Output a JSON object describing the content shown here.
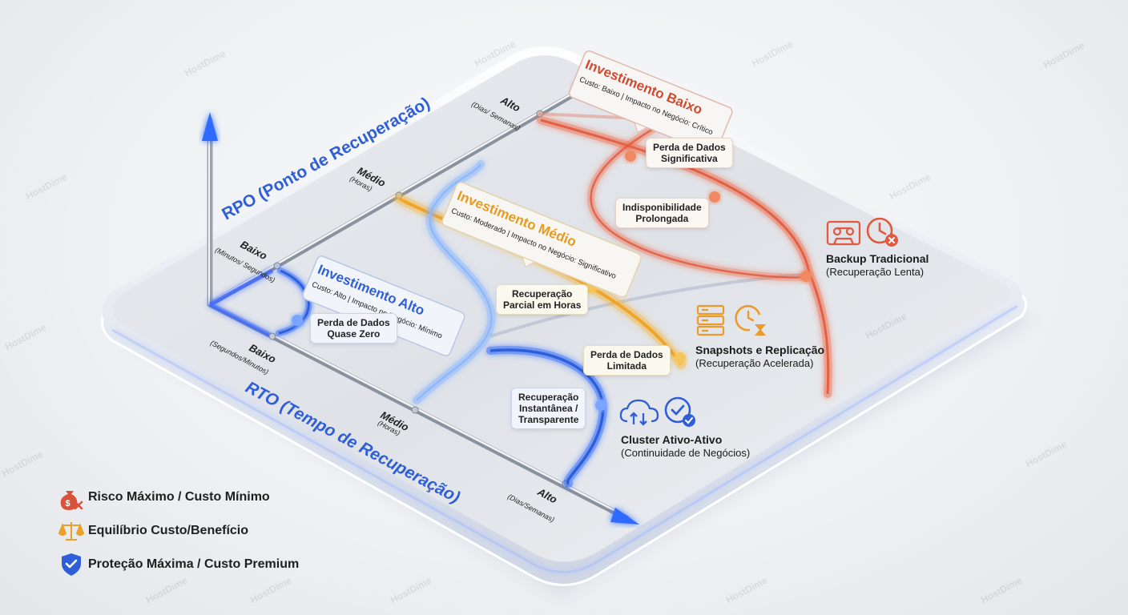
{
  "watermark": "HostDime",
  "axes": {
    "y_title": "RPO (Ponto de Recuperação)",
    "x_title": "RTO (Tempo de Recuperação)",
    "y_ticks": [
      {
        "label": "Baixo",
        "sub": "(Minutos/ Segundos)"
      },
      {
        "label": "Médio",
        "sub": "(Horas)"
      },
      {
        "label": "Alto",
        "sub": "(Dias/ Semanas)"
      }
    ],
    "x_ticks": [
      {
        "label": "Baixo",
        "sub": "(Segundos/Minutos)"
      },
      {
        "label": "Médio",
        "sub": "(Horas)"
      },
      {
        "label": "Alto",
        "sub": "(Dias/Semanas)"
      }
    ]
  },
  "zones": {
    "low": {
      "title": "Investimento Baixo",
      "subtitle": "Custo: Baixo | Impacto no Negócio: Crítico",
      "color": "#d9533a"
    },
    "medium": {
      "title": "Investimento Médio",
      "subtitle": "Custo: Moderado | Impacto no Negócio: Significativo",
      "color": "#f0a526"
    },
    "high": {
      "title": "Investimento Alto",
      "subtitle": "Custo: Alto | Impacto no Negócio: Mínimo",
      "color": "#2f5fd8"
    }
  },
  "labels": {
    "perda_significativa": [
      "Perda de Dados",
      "Significativa"
    ],
    "indisponibilidade": [
      "Indisponibilidade",
      "Prolongada"
    ],
    "recuperacao_parcial": [
      "Recuperação",
      "Parcial em Horas"
    ],
    "perda_limitada": [
      "Perda de Dados",
      "Limitada"
    ],
    "perda_zero": [
      "Perda de Dados",
      "Quase Zero"
    ],
    "recuperacao_instantanea": [
      "Recuperação",
      "Instantânea /",
      "Transparente"
    ]
  },
  "solutions": {
    "backup": {
      "title": "Backup Tradicional",
      "subtitle": "(Recuperação Lenta)",
      "icons": [
        "tape-icon",
        "clock-x-icon"
      ]
    },
    "snapshots": {
      "title": "Snapshots e Replicação",
      "subtitle": "(Recuperação Acelerada)",
      "icons": [
        "server-icon",
        "clock-hourglass-icon"
      ]
    },
    "cluster": {
      "title": "Cluster Ativo-Ativo",
      "subtitle": "(Continuidade de Negócios)",
      "icons": [
        "cloud-sync-icon",
        "check-circle-icon"
      ]
    }
  },
  "legend": [
    {
      "label": "Risco Máximo / Custo Mínimo",
      "icon": "money-bag-x-icon",
      "color": "#d9533a"
    },
    {
      "label": "Equilíbrio Custo/Benefício",
      "icon": "scales-icon",
      "color": "#e9a12a"
    },
    {
      "label": "Proteção Máxima / Custo Premium",
      "icon": "shield-check-icon",
      "color": "#2f5fd8"
    }
  ]
}
